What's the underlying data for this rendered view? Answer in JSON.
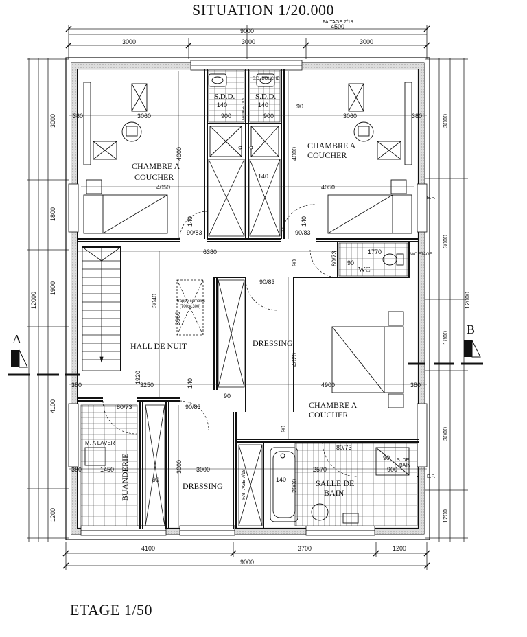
{
  "titles": {
    "situation": "SITUATION  1/20.000",
    "etage": "ETAGE  1/50",
    "faitage_top": "FAITAGE 7/18"
  },
  "rooms": {
    "chambre_left": [
      "CHAMBRE A",
      "COUCHER"
    ],
    "chambre_right": [
      "CHAMBRE A",
      "COUCHER"
    ],
    "chambre_lower": [
      "CHAMBRE A",
      "COUCHER"
    ],
    "sdd_left": "S.D.D.",
    "sdd_right": "S.D.D.",
    "sdd_right_tag": "S.D. DOUCHE",
    "hall": "HALL DE NUIT",
    "dressing_center": "DRESSING",
    "dressing_lower": "DRESSING",
    "wc": "WC",
    "wc_etage": "WC ETAGE",
    "buanderie": "BUANDERIE",
    "m_a_laver": "M. A LAVER",
    "salle_de_bain": [
      "SALLE DE",
      "BAIN"
    ],
    "s_de_bain": [
      "S. DE",
      "BAIN"
    ],
    "trappe": [
      "trappe combles",
      "(700x1300)"
    ],
    "faitage_wall": "FAITAGE 7/18",
    "faitage_lower": "FAITAGE 7/18"
  },
  "section_markers": {
    "left": "A",
    "right": "B"
  },
  "ep_labels": {
    "upper": "E.P.",
    "lower": "E.P."
  },
  "dimensions": {
    "top_total": "9000",
    "top_faitage": "4500",
    "top_segments": [
      "3000",
      "3000",
      "3000"
    ],
    "bottom_segments": [
      "4100",
      "3700",
      "1200"
    ],
    "bottom_total": "9000",
    "left_segments": [
      "3000",
      "1800",
      "1900",
      "4100",
      "1200"
    ],
    "left_total": "12000",
    "right_segments": [
      "3000",
      "3000",
      "1800",
      "3000",
      "1200"
    ],
    "right_total": "12000",
    "interior": {
      "row1_left": "3060",
      "row1_right": "3060",
      "sdd_left_w": "900",
      "sdd_right_w": "900",
      "sdd_left_mid": "140",
      "sdd_right_mid": "140",
      "side_380": "380",
      "ninety": "90",
      "row2_left": "4050",
      "row2_right": "4050",
      "h_4000": "4000",
      "h_4000_r": "4000",
      "h_140": "140",
      "door_90_83": "90/83",
      "hall_width": "6380",
      "wc_width": "1770",
      "wc_door": "80/73",
      "wc_90": "90",
      "hall_height": "3040",
      "trappe_h": "3960",
      "dressing_height": "4020",
      "row3_left": "3250",
      "row3_right": "4900",
      "h_1920": "1920",
      "row4_left": "1450",
      "row4_mid": "3000",
      "row4_right": "2570",
      "h_3000_low": "3000",
      "h_2000": "2000",
      "door_80_73": "80/73",
      "door_90_83_b": "90/83",
      "s_de_bain_w": "900"
    }
  }
}
